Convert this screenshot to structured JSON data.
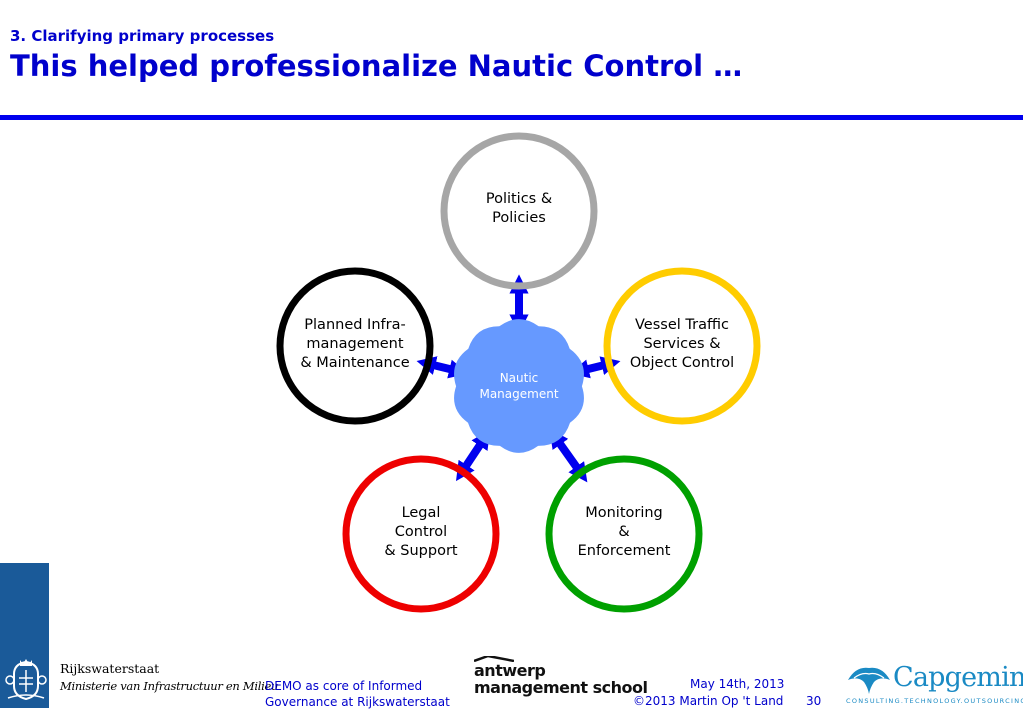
{
  "header": {
    "subtitle": "3. Clarifying primary processes",
    "title": "This helped professionalize Nautic Control …"
  },
  "diagram": {
    "center": {
      "lines": [
        "Nautic",
        "Management"
      ],
      "color": "#6699ff"
    },
    "arrow_color": "#0000ee",
    "nodes": [
      {
        "id": "politics",
        "lines": [
          "Politics &",
          "Policies"
        ],
        "ring_color": "#a6a6a6"
      },
      {
        "id": "vessel",
        "lines": [
          "Vessel Traffic",
          "Services &",
          "Object Control"
        ],
        "ring_color": "#ffcc00"
      },
      {
        "id": "monitoring",
        "lines": [
          "Monitoring",
          "&",
          "Enforcement"
        ],
        "ring_color": "#00a000"
      },
      {
        "id": "legal",
        "lines": [
          "Legal",
          "Control",
          "& Support"
        ],
        "ring_color": "#ee0000"
      },
      {
        "id": "planned",
        "lines": [
          "Planned Infra-",
          "management",
          "& Maintenance"
        ],
        "ring_color": "#000000"
      }
    ]
  },
  "footer": {
    "org_name": "Rijkswaterstaat",
    "ministry": "Ministerie van Infrastructuur en Milieu",
    "presentation_lines": [
      "DEMO as core of Informed",
      "Governance at Rijkswaterstaat"
    ],
    "school_line1": "antwerp",
    "school_line2": "management school",
    "date": "May 14th, 2013",
    "copyright": "©2013 Martin Op 't Land",
    "page_number": "30",
    "company": "Capgemini",
    "company_tagline": "CONSULTING.TECHNOLOGY.OUTSOURCING"
  }
}
